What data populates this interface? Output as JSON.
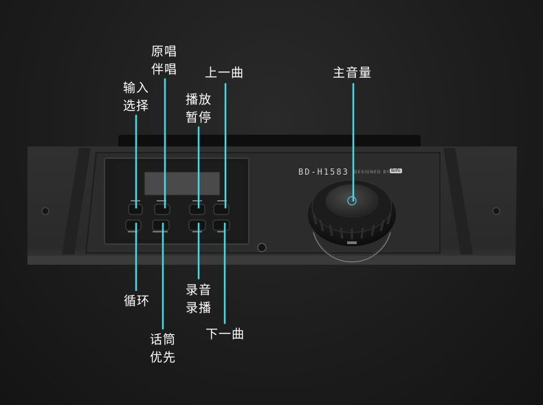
{
  "device": {
    "model": "BD-H1583",
    "designed_by": "DESIGNED BY",
    "brand": "Bofo"
  },
  "labels": {
    "input_select": [
      "输入",
      "选择"
    ],
    "original_vocal": [
      "原唱",
      "伴唱"
    ],
    "play_pause": [
      "播放",
      "暂停"
    ],
    "prev_track": [
      "上一曲"
    ],
    "master_volume": [
      "主音量"
    ],
    "loop": [
      "循环"
    ],
    "mic_priority": [
      "话筒",
      "优先"
    ],
    "record": [
      "录音",
      "录播"
    ],
    "next_track": [
      "下一曲"
    ]
  },
  "colors": {
    "callout_line": "#47d9e6",
    "label_text": "#ffffff",
    "panel": "#2b2b2b"
  }
}
